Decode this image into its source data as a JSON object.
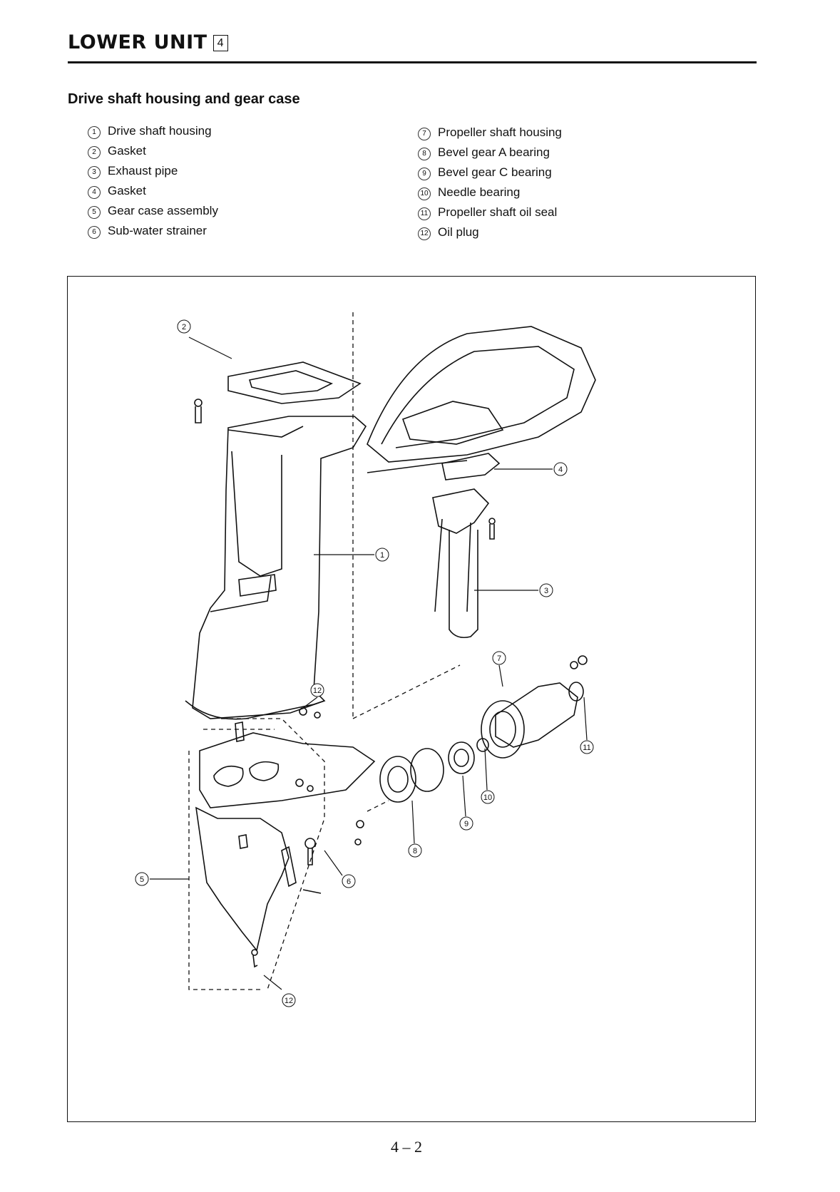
{
  "header": {
    "title": "LOWER UNIT",
    "chapter": "4"
  },
  "section": {
    "title": "Drive shaft housing and gear case"
  },
  "legend": {
    "left": [
      {
        "num": "1",
        "label": "Drive shaft housing"
      },
      {
        "num": "2",
        "label": "Gasket"
      },
      {
        "num": "3",
        "label": "Exhaust pipe"
      },
      {
        "num": "4",
        "label": "Gasket"
      },
      {
        "num": "5",
        "label": "Gear case assembly"
      },
      {
        "num": "6",
        "label": "Sub-water strainer"
      }
    ],
    "right": [
      {
        "num": "7",
        "label": "Propeller shaft housing"
      },
      {
        "num": "8",
        "label": "Bevel gear A bearing"
      },
      {
        "num": "9",
        "label": "Bevel gear C bearing"
      },
      {
        "num": "10",
        "label": "Needle bearing"
      },
      {
        "num": "11",
        "label": "Propeller shaft oil seal"
      },
      {
        "num": "12",
        "label": "Oil plug"
      }
    ]
  },
  "diagram": {
    "callouts": [
      "2",
      "4",
      "1",
      "3",
      "7",
      "12",
      "11",
      "10",
      "9",
      "8",
      "5",
      "6",
      "12"
    ]
  },
  "footer": {
    "page_number": "4 – 2"
  }
}
